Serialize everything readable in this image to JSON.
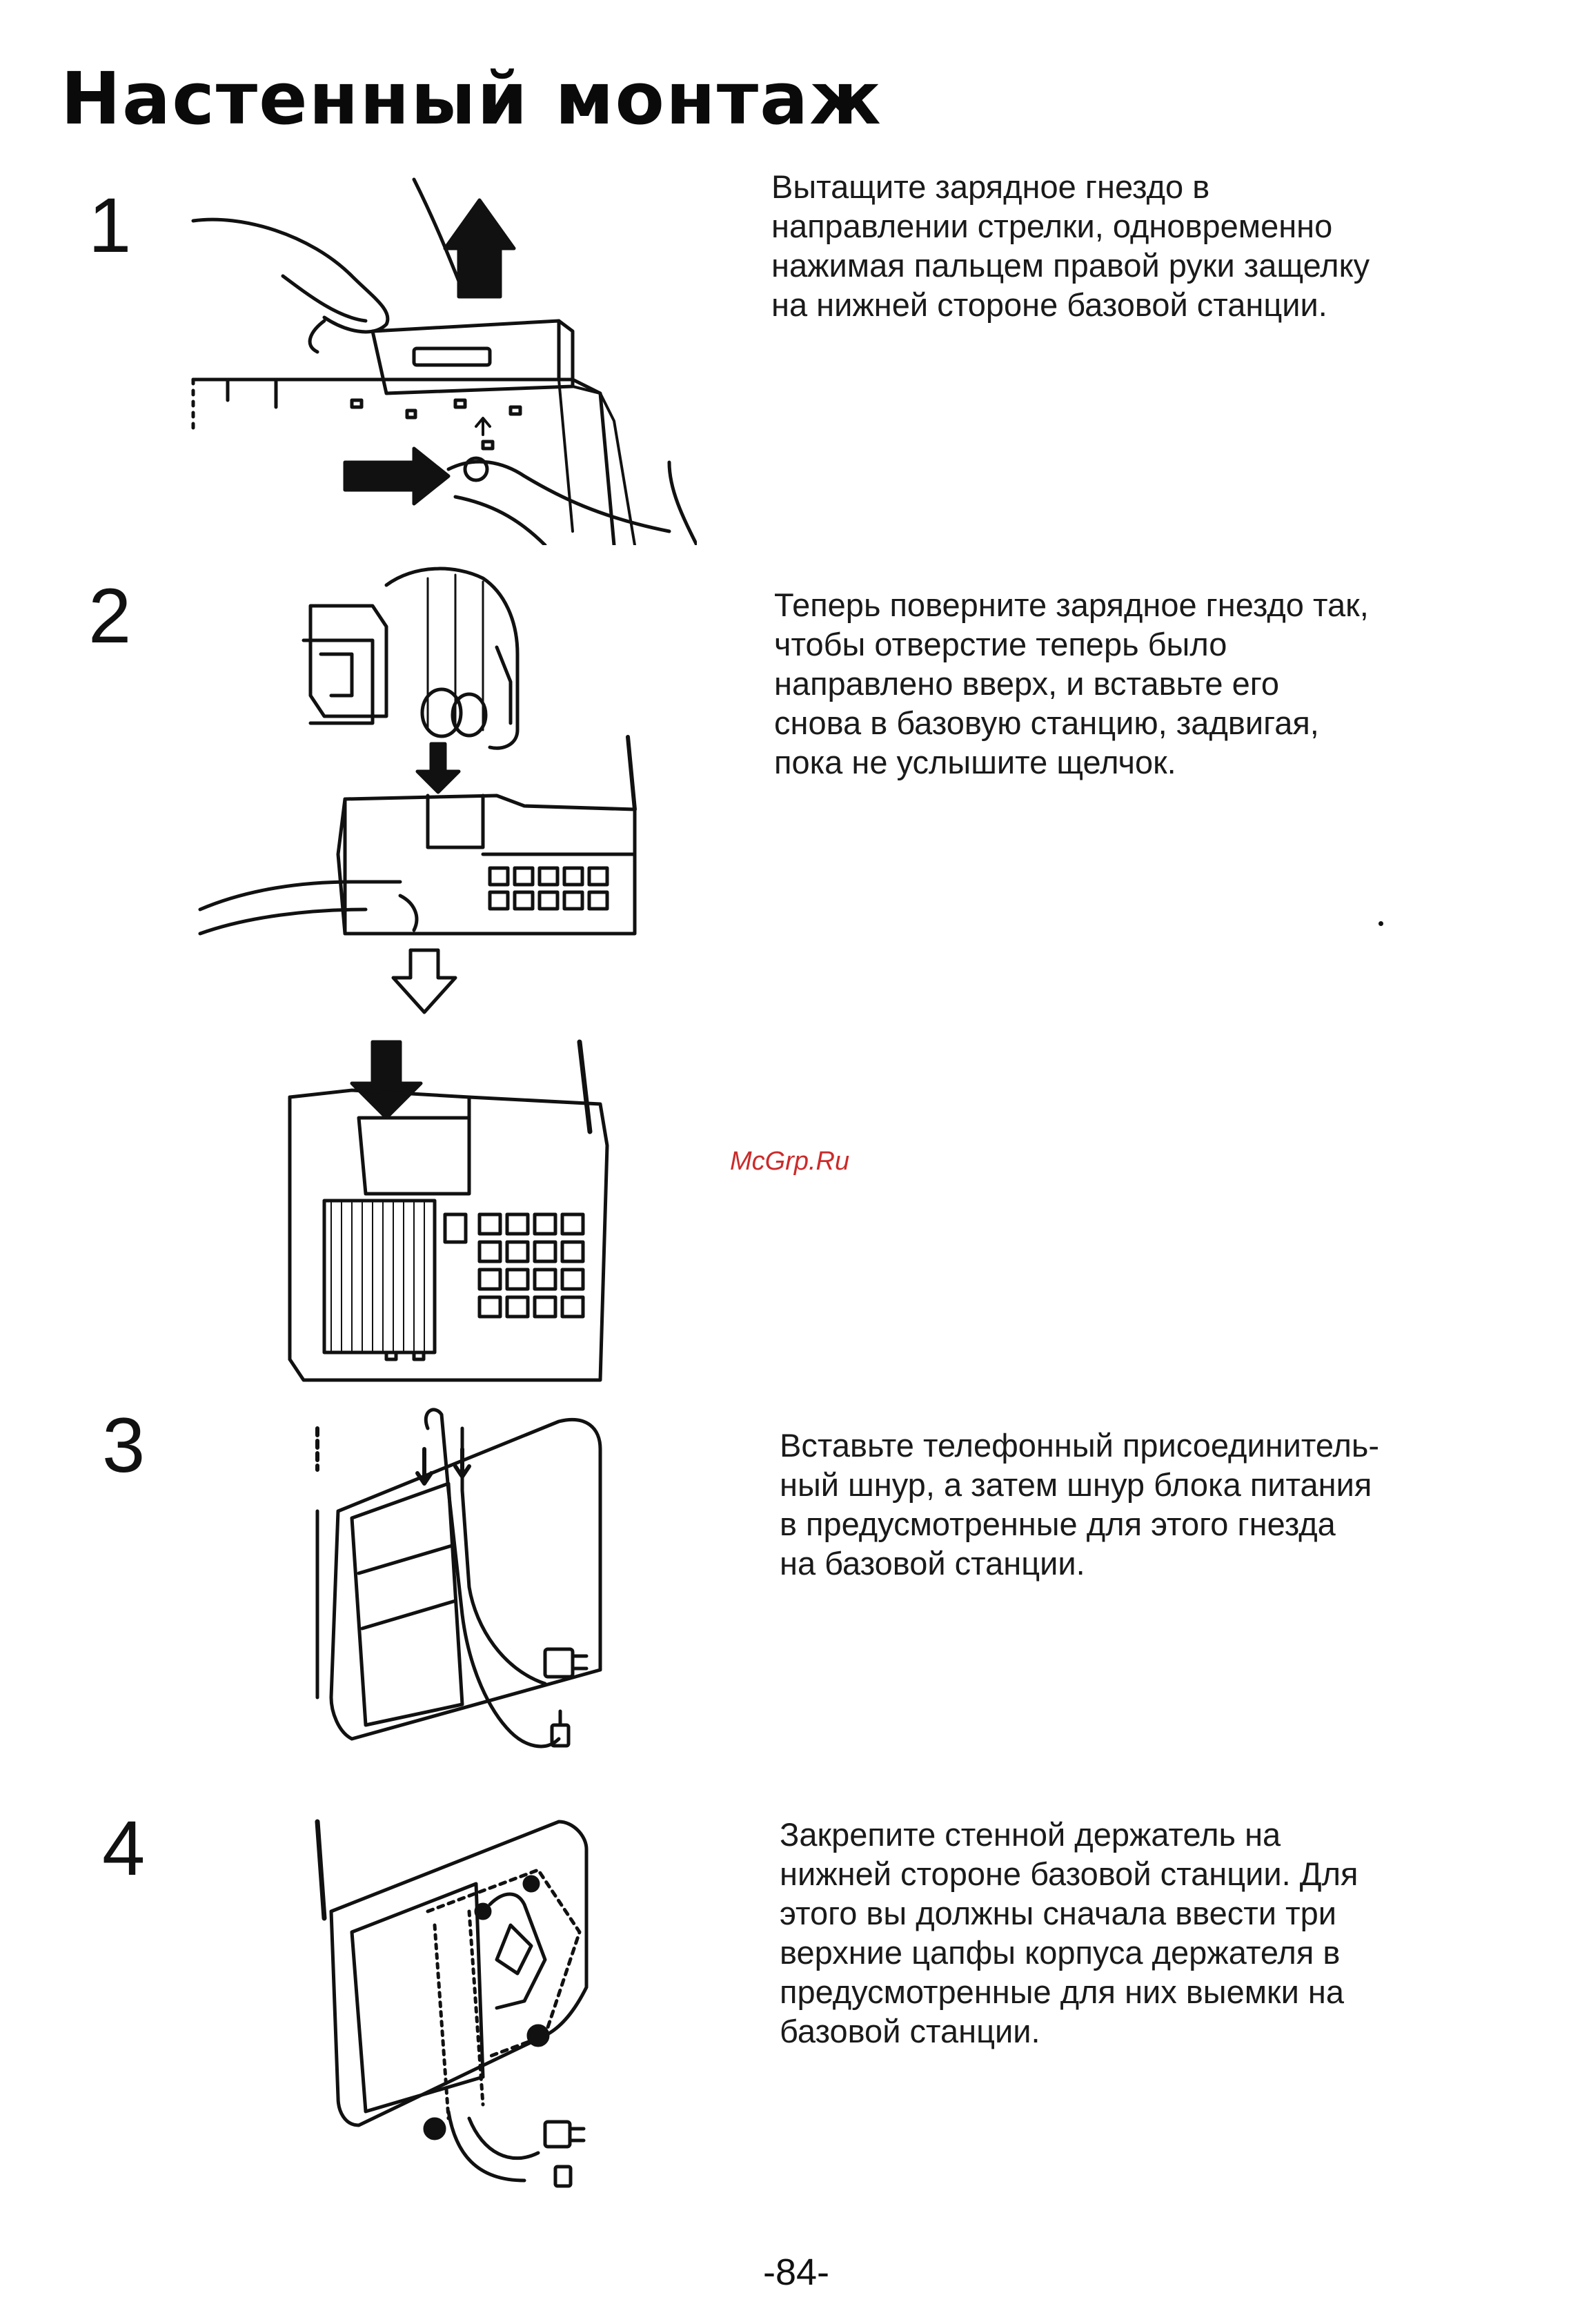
{
  "page": {
    "title": "Настенный монтаж",
    "watermark": "McGrp.Ru",
    "page_number": "-84-"
  },
  "steps": [
    {
      "number": "1",
      "text": "Вытащите зарядное гнездо в\nнаправлении стрелки, одновременно\nнажимая пальцем правой руки защелку\nна нижней стороне базовой станции."
    },
    {
      "number": "2",
      "text": "Теперь поверните зарядное гнездо так,\nчтобы отверстие теперь было\nнаправлено вверх, и вставьте его\nснова в базовую станцию, задвигая,\nпока не услышите щелчок."
    },
    {
      "number": "3",
      "text": "Вставьте телефонный присоединитель-\nный шнур, а затем шнур блока питания\nв предусмотренные для этого гнезда\nна базовой станции."
    },
    {
      "number": "4",
      "text": "Закрепите стенной держатель на\nнижней стороне базовой станции. Для\nэтого вы должны сначала ввести три\nверхние цапфы корпуса держателя в\nпредусмотренные для них выемки на\nбазовой станции."
    }
  ]
}
